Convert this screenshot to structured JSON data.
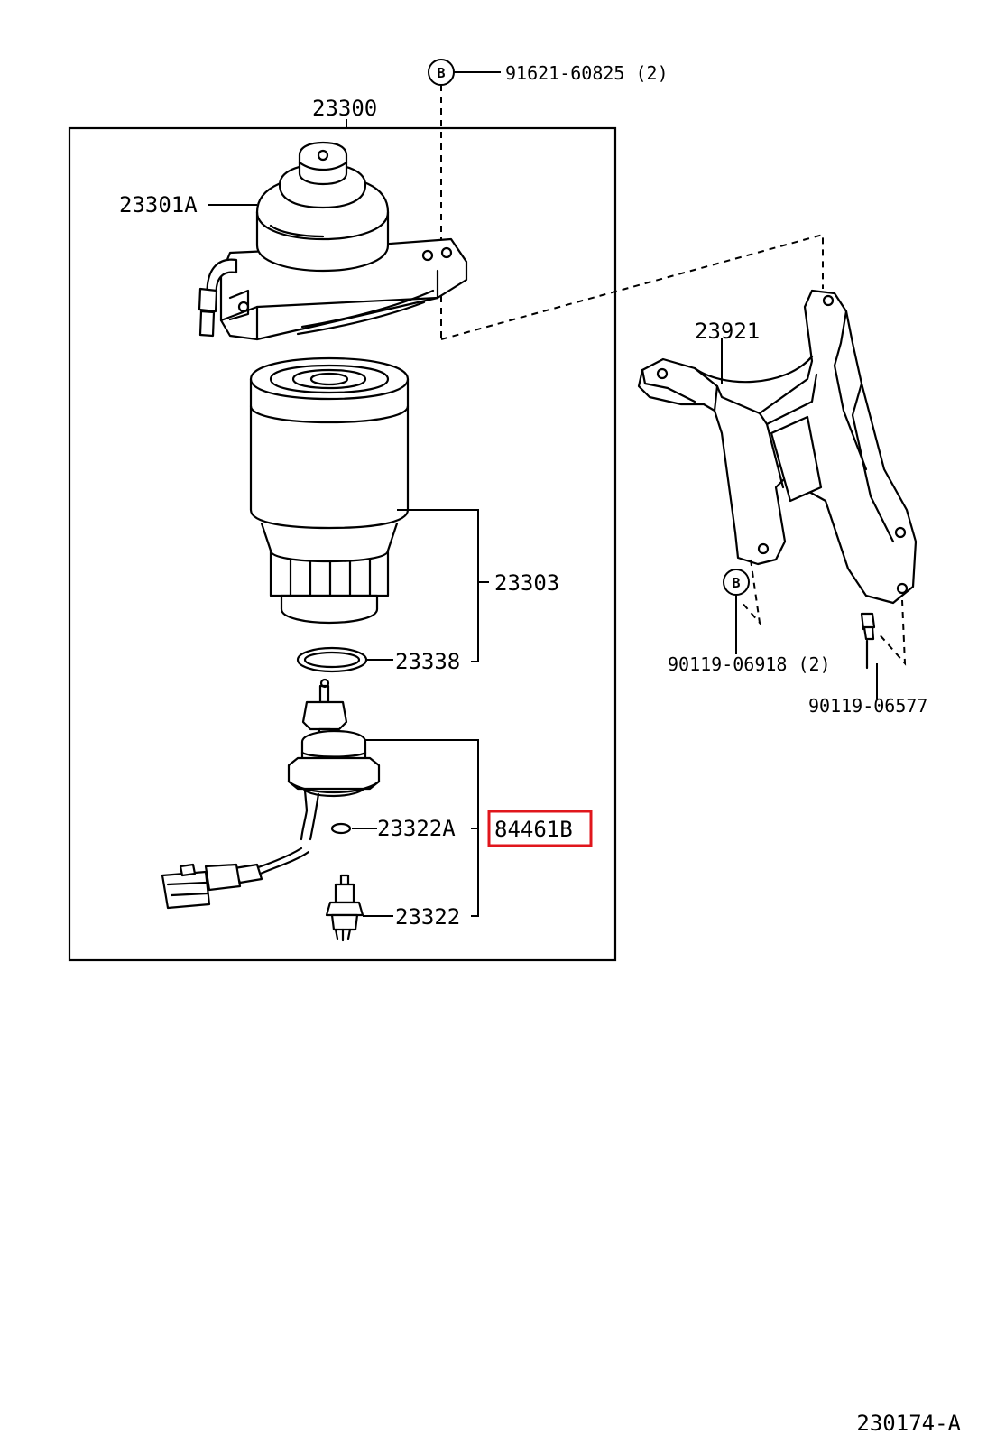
{
  "labels": {
    "bolt_b_top": "91621-60825 (2)",
    "assembly": "23300",
    "cover": "23301A",
    "bracket": "23921",
    "filter": "23303",
    "gasket": "23338",
    "bolt_b_bracket": "90119-06918 (2)",
    "bolt_bracket": "90119-06577",
    "oring": "23322A",
    "sensor_kit": "84461B",
    "sensor": "23322",
    "diagram_id": "230174-A"
  },
  "markers": {
    "b_top": "B",
    "b_bracket": "B"
  },
  "highlight_color": "#e0161c"
}
